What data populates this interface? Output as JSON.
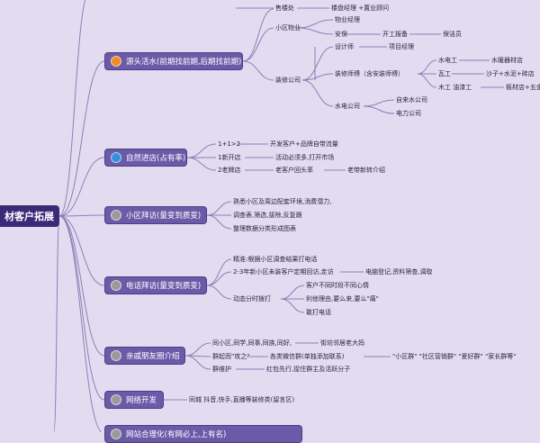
{
  "root": {
    "label": "材客户拓展"
  },
  "colors": {
    "branch": "#6b5aa8",
    "root": "#3b2a78",
    "line": "#8a80b8",
    "background": "#e3dcf0"
  },
  "branches": [
    {
      "label": "源头活水(前期找前期,后期找前期)",
      "icon": "orange-circle-icon",
      "icon_color": "#f08a24"
    },
    {
      "label": "自然进店(占有率)",
      "icon": "blue-circle-icon",
      "icon_color": "#3a8fd8"
    },
    {
      "label": "小区拜访(量变到质变)",
      "icon": "gray-circle-icon",
      "icon_color": "#9a9a9a"
    },
    {
      "label": "电话拜访(量变到质变)",
      "icon": "gray-circle-icon",
      "icon_color": "#9a9a9a"
    },
    {
      "label": "亲戚朋友圈介绍",
      "icon": "gray-circle-icon",
      "icon_color": "#9a9a9a"
    },
    {
      "label": "网络开发",
      "icon": "gray-circle-icon",
      "icon_color": "#9a9a9a"
    },
    {
      "label": "网站合理化(有网必上,上有名)",
      "icon": "gray-circle-icon",
      "icon_color": "#9a9a9a"
    }
  ],
  "labels": {
    "售楼处": "售楼处",
    "楼盘经理": "楼盘经理 +置业顾问",
    "小区物业": "小区物业",
    "物业经理": "物业经理",
    "安保": "安保",
    "开工报备": "开工报备",
    "保洁员": "保洁员",
    "设计师": "设计师",
    "项目经理": "项目经理",
    "装修公司": "装修公司",
    "装修师傅": "装修师傅（含安装师傅）",
    "水电工": "水电工",
    "水暖器材店": "水暖器材店",
    "瓦工": "瓦工",
    "沙子水泥砖店": "沙子+水泥+砖店",
    "木工油漆工": "木工 油漆工",
    "板材店五金": "板材店+五金",
    "水电公司": "水电公司",
    "自来水公司": "自来水公司",
    "电力公司": "电力公司",
    "一加一大于二": "1+1>2",
    "开发客户": "开发客户+品牌自带流量",
    "1新开店": "1新开店",
    "活动必须多": "活动必须多,打开市场",
    "2老牌店": "2老牌店",
    "老客户回头率": "老客户回头率",
    "老带新转介绍": "老带新转介绍",
    "熟悉小区": "熟悉小区及周边配套环境,消费潜力,",
    "调查表": "调查表,筛选,拔除,反复跟",
    "整理数据": "整理数据分类形成图表",
    "精准": "精准:根据小区调查结果打电话",
    "两三年新小区": "2-3年新小区未装客户定期回访,走访",
    "电脑登记": "电脑登记,资料筛查,调取",
    "动态分时拨打": "动态分时拨打",
    "客户不同时段": "客户不同时段不同心情",
    "利他理由": "利他理由,要么来,要么\"痛\"",
    "敢打电话": "敢打电话",
    "同小区": "同小区,同学,同事,同族,同好,",
    "街坊邻居老大妈": "街坊邻居老大妈",
    "群起而攻之": "群起而\"攻之\"",
    "各类微信群": "各类微信群(单独添加联系)",
    "小区群等": "\"小区群\" \"社区营销群\" \"爱好群\" \"家长群等\"",
    "群维护": "群维护",
    "红包先行": "红包先行,捉住群主及活跃分子",
    "同城抖音": "同城 抖音,快手,直播等装修类(留言区)"
  }
}
